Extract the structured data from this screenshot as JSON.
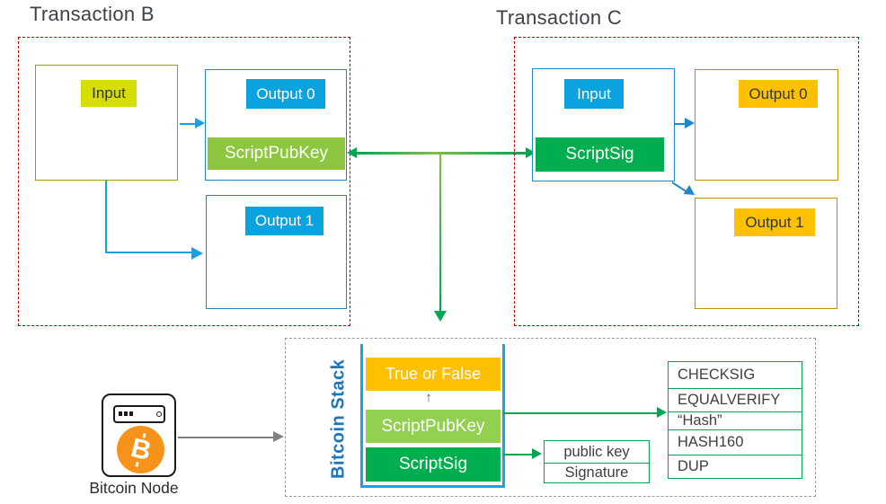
{
  "transaction_b": {
    "title": "Transaction B",
    "input_label": "Input",
    "output0_label": "Output 0",
    "scriptpubkey_label": "ScriptPubKey",
    "output1_label": "Output 1"
  },
  "transaction_c": {
    "title": "Transaction C",
    "input_label": "Input",
    "scriptsig_label": "ScriptSig",
    "output0_label": "Output 0",
    "output1_label": "Output 1"
  },
  "stack": {
    "title": "Bitcoin Stack",
    "result_label": "True or False",
    "up_arrow": "↑",
    "scriptpubkey_label": "ScriptPubKey",
    "scriptsig_label": "ScriptSig"
  },
  "script_ops": {
    "rows": [
      "CHECKSIG",
      "EQUALVERIFY",
      "“Hash”",
      "HASH160",
      "DUP"
    ]
  },
  "scriptsig_contents": {
    "rows": [
      "public key",
      "Signature"
    ]
  },
  "bitcoin_node": {
    "label": "Bitcoin Node",
    "symbol": "B"
  },
  "colors": {
    "transaction_border": "#C00000",
    "blue_box_border": "#1E87C9",
    "cyan_label": "#0BA2E0",
    "chartreuse_label": "#D6DE00",
    "olive_border": "#9C9B00",
    "light_green": "#8DC63F",
    "green": "#00AD4F",
    "amber": "#FFC000",
    "gold_border": "#BF8F00",
    "stack_blue": "#16A5E6",
    "stack_title_blue": "#1B75BC",
    "green_line": "#00A651",
    "bitcoin_orange": "#F7931A",
    "gray": "#808080",
    "text_dark": "#3F3F3F"
  }
}
